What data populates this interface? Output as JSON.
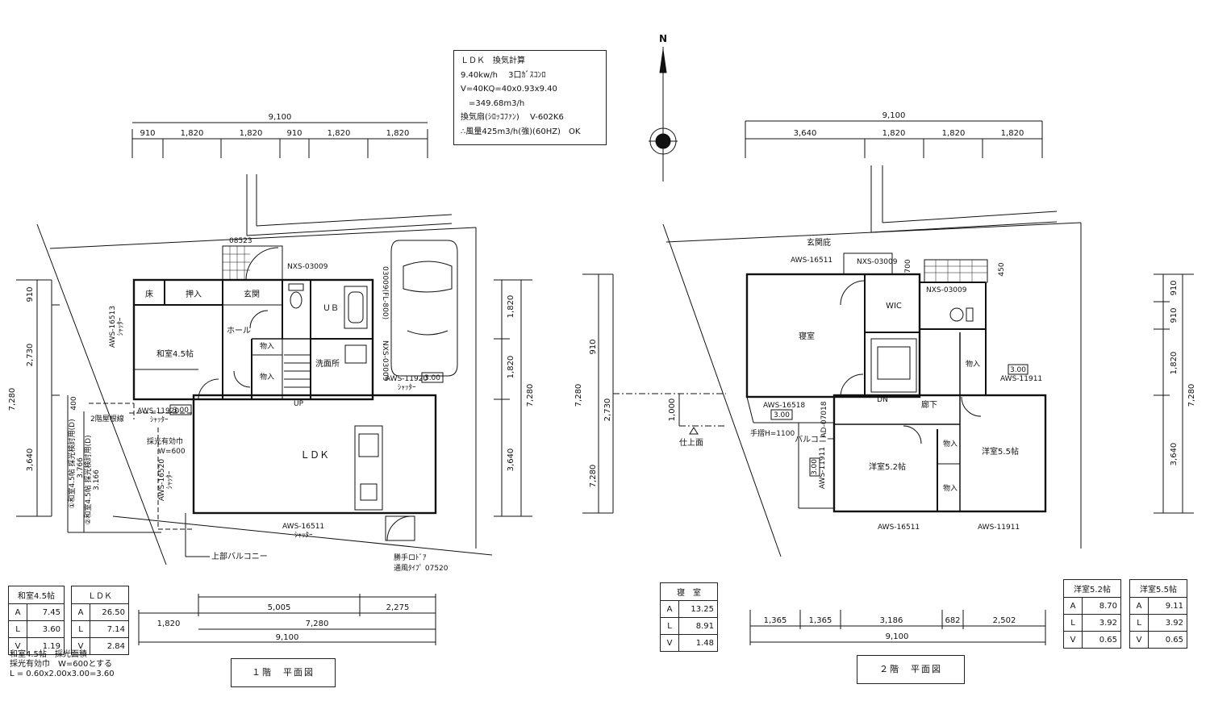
{
  "ventilation": {
    "title": "ＬＤＫ　換気計算",
    "line1": "9.40kw/h　 3口ｶﾞｽｺﾝﾛ",
    "line2": "V=40KQ=40x0.93x9.40",
    "line3": "　=349.68m3/h",
    "line4": "換気扇(ｼﾛｯｺﾌｧﾝ)　 V-602K6",
    "line5": "∴風量425m3/h(強)(60HZ)　OK"
  },
  "floor1": {
    "title": "１階　平面図",
    "dims_top_total": "9,100",
    "dims_top": [
      "910",
      "1,820",
      "1,820",
      "910",
      "1,820",
      "1,820"
    ],
    "dims_left": [
      "910",
      "2,730",
      "3,640"
    ],
    "dims_left_total": "7,280",
    "dims_right": [
      "1,820",
      "1,820",
      "3,640"
    ],
    "dims_right_total": "7,280",
    "dims_bottom_row1": [
      "5,005",
      "2,275"
    ],
    "dims_bottom_row2": [
      "1,820",
      "7,280"
    ],
    "dims_bottom_total": "9,100",
    "rooms": {
      "tokonoma": "床",
      "oshiire": "押入",
      "genkan": "玄関",
      "ubath": "ＵＢ",
      "hall": "ホール",
      "washitsu": "和室4.5帖",
      "monoire1": "物入",
      "monoire2": "物入",
      "senmenjo": "洗面所",
      "ldk": "ＬＤＫ",
      "up": "UP"
    },
    "labels": {
      "win_08523": "08523",
      "win_nxs_top": "NXS-03009",
      "win_nxs_fl": "03009(FL-800)",
      "win_nxs_side": "NXS-03009",
      "win_aws_16513": "AWS-16513",
      "shutter1": "ｼｬｯﾀｰ",
      "win_aws_11920a": "AWS-11920",
      "val_300a": "3.00",
      "shutter2": "ｼｬｯﾀｰ",
      "win_aws_11920b": "AWS-11920",
      "val_300b": "3.00",
      "shutter3": "ｼｬｯﾀｰ",
      "nikai_yane": "2階屋根線",
      "saikou": "採光有効巾",
      "w600": "W=600",
      "win_aws_16520": "AWS-16520",
      "shutter4": "ｼｬｯﾀｰ",
      "win_aws_16511": "AWS-16511",
      "shutter5": "ｼｬｯﾀｰ",
      "balcony_up": "上部バルコニー",
      "katte": "勝手ロﾄﾞｱ",
      "tsufu": "通風ﾀｲﾌﾟ 07520",
      "check1": "①和室4.5帖 採光検討用(D)",
      "check1_val": "3.766",
      "check2": "②和室4.5帖 採光検討用(D)",
      "check2_val": "3.166",
      "dim_400": "400"
    },
    "table_washitsu": {
      "title": "和室4.5帖",
      "rows": [
        [
          "A",
          "7.45"
        ],
        [
          "L",
          "3.60"
        ],
        [
          "V",
          "1.19"
        ]
      ]
    },
    "table_ldk": {
      "title": "ＬＤＫ",
      "rows": [
        [
          "A",
          "26.50"
        ],
        [
          "L",
          "7.14"
        ],
        [
          "V",
          "2.84"
        ]
      ]
    },
    "note": {
      "line1": "和室4.5帖　採光面積",
      "line2": "採光有効巾　W=600とする",
      "line3": "L = 0.60x2.00x3.00=3.60"
    }
  },
  "floor2": {
    "title": "２階　平面図",
    "dims_top_total": "9,100",
    "dims_top": [
      "3,640",
      "1,820",
      "1,820",
      "1,820"
    ],
    "dims_left": [
      "910",
      "2,730"
    ],
    "dims_left_total": "7,280",
    "dim_1000": "1,000",
    "shiage": "仕上面",
    "dims_right": [
      "910",
      "910",
      "1,820",
      "3,640"
    ],
    "dims_right_total": "7,280",
    "dims_bottom": [
      "1,365",
      "1,365",
      "3,186",
      "682",
      "2,502"
    ],
    "dims_bottom_total": "9,100",
    "rooms": {
      "shinshitsu": "寝室",
      "wic": "WIC",
      "yoshitsu52": "洋室5.2帖",
      "yoshitsu55": "洋室5.5帖",
      "rouka": "廊下",
      "balcony": "バルコニー",
      "monoire1": "物入",
      "monoire2": "物入",
      "monoire3": "物入",
      "dn": "DN"
    },
    "labels": {
      "genkan_hisashi": "玄関庇",
      "win_aws_16511a": "AWS-16511",
      "win_nxs_a": "NXS-03009",
      "dim_700": "700",
      "dim_450": "450",
      "win_nxs_b": "NXS-03009",
      "val_300": "3.00",
      "win_aws_11911a": "AWS-11911",
      "win_aws_16518": "AWS-16518",
      "val_300b": "3.00",
      "win_ad": "AD-07018",
      "tesuri": "手摺H=1100",
      "val_300c": "3.00",
      "win_aws_11911b": "AWS-11911",
      "win_aws_16511b": "AWS-16511",
      "win_aws_11911c": "AWS-11911"
    },
    "table_shinshitsu": {
      "title": "寝　室",
      "rows": [
        [
          "A",
          "13.25"
        ],
        [
          "L",
          "8.91"
        ],
        [
          "V",
          "1.48"
        ]
      ]
    },
    "table_y52": {
      "title": "洋室5.2帖",
      "rows": [
        [
          "A",
          "8.70"
        ],
        [
          "L",
          "3.92"
        ],
        [
          "V",
          "0.65"
        ]
      ]
    },
    "table_y55": {
      "title": "洋室5.5帖",
      "rows": [
        [
          "A",
          "9.11"
        ],
        [
          "L",
          "3.92"
        ],
        [
          "V",
          "0.65"
        ]
      ]
    }
  },
  "compass": {
    "north": "N"
  }
}
